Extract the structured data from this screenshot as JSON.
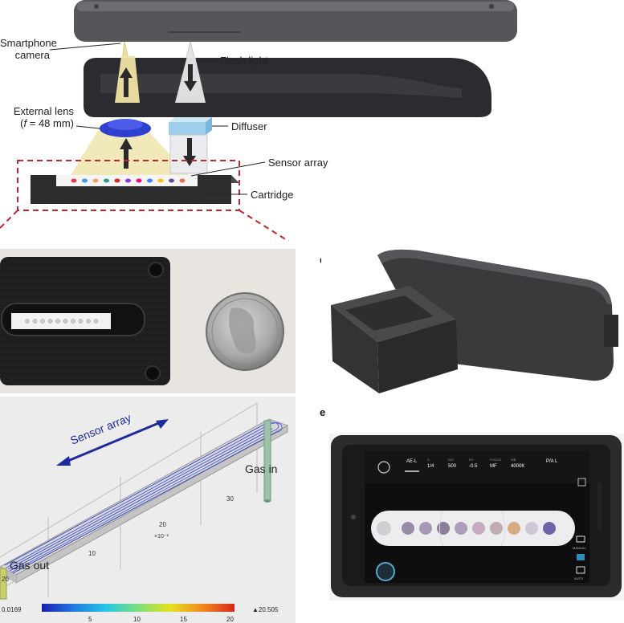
{
  "panel_a": {
    "labels": {
      "smartphone_camera": [
        "Smartphone",
        "camera"
      ],
      "flash_light": "Flash light",
      "external_lens_line1": "External lens",
      "external_lens_f": "f",
      "external_lens_rest": " = 48 mm)",
      "diffuser": "Diffuser",
      "sensor_array": "Sensor array",
      "cartridge": "Cartridge"
    },
    "dot_colors": [
      "#e63946",
      "#4895ef",
      "#f4a261",
      "#2a9d8f",
      "#d62828",
      "#8338ec",
      "#ff006e",
      "#3a86ff",
      "#ffbe0b",
      "#6a4c93",
      "#e76f51"
    ]
  },
  "panel_c": {
    "sensor_array_label": "Sensor array",
    "gas_in": "Gas in",
    "gas_out": "Gas out",
    "axis_ticks": [
      "30",
      "20",
      "10",
      "20"
    ],
    "axis_unit": "×10⁻²",
    "colorbar": {
      "min_label": "0.0169",
      "max_label": "▲20.505",
      "ticks": [
        "5",
        "10",
        "15",
        "20"
      ],
      "colors": [
        "#1c1cb4",
        "#1f7ce0",
        "#25c7e6",
        "#7be07b",
        "#e6e01f",
        "#f08a1f",
        "#d9261c"
      ]
    }
  },
  "panel_d": {
    "letter": "d"
  },
  "panel_e": {
    "letter": "e",
    "phone_ui": {
      "mode": "AE-L",
      "settings": [
        "1/4",
        "500",
        "-0.5",
        "MF",
        "4000K"
      ],
      "setting_labels": [
        "S",
        "ISO",
        "EV",
        "FOCUS",
        "WB"
      ],
      "corner": "P/A L",
      "side_labels": [
        "MANUAL",
        "AUTO"
      ]
    },
    "dot_colors": [
      "#8a7a9a",
      "#9a8aa8",
      "#7a6a8a",
      "#a090b0",
      "#c0a0b8",
      "#b8a0a8",
      "#d0a070",
      "#c8c0d0",
      "#5a4a9a"
    ]
  }
}
